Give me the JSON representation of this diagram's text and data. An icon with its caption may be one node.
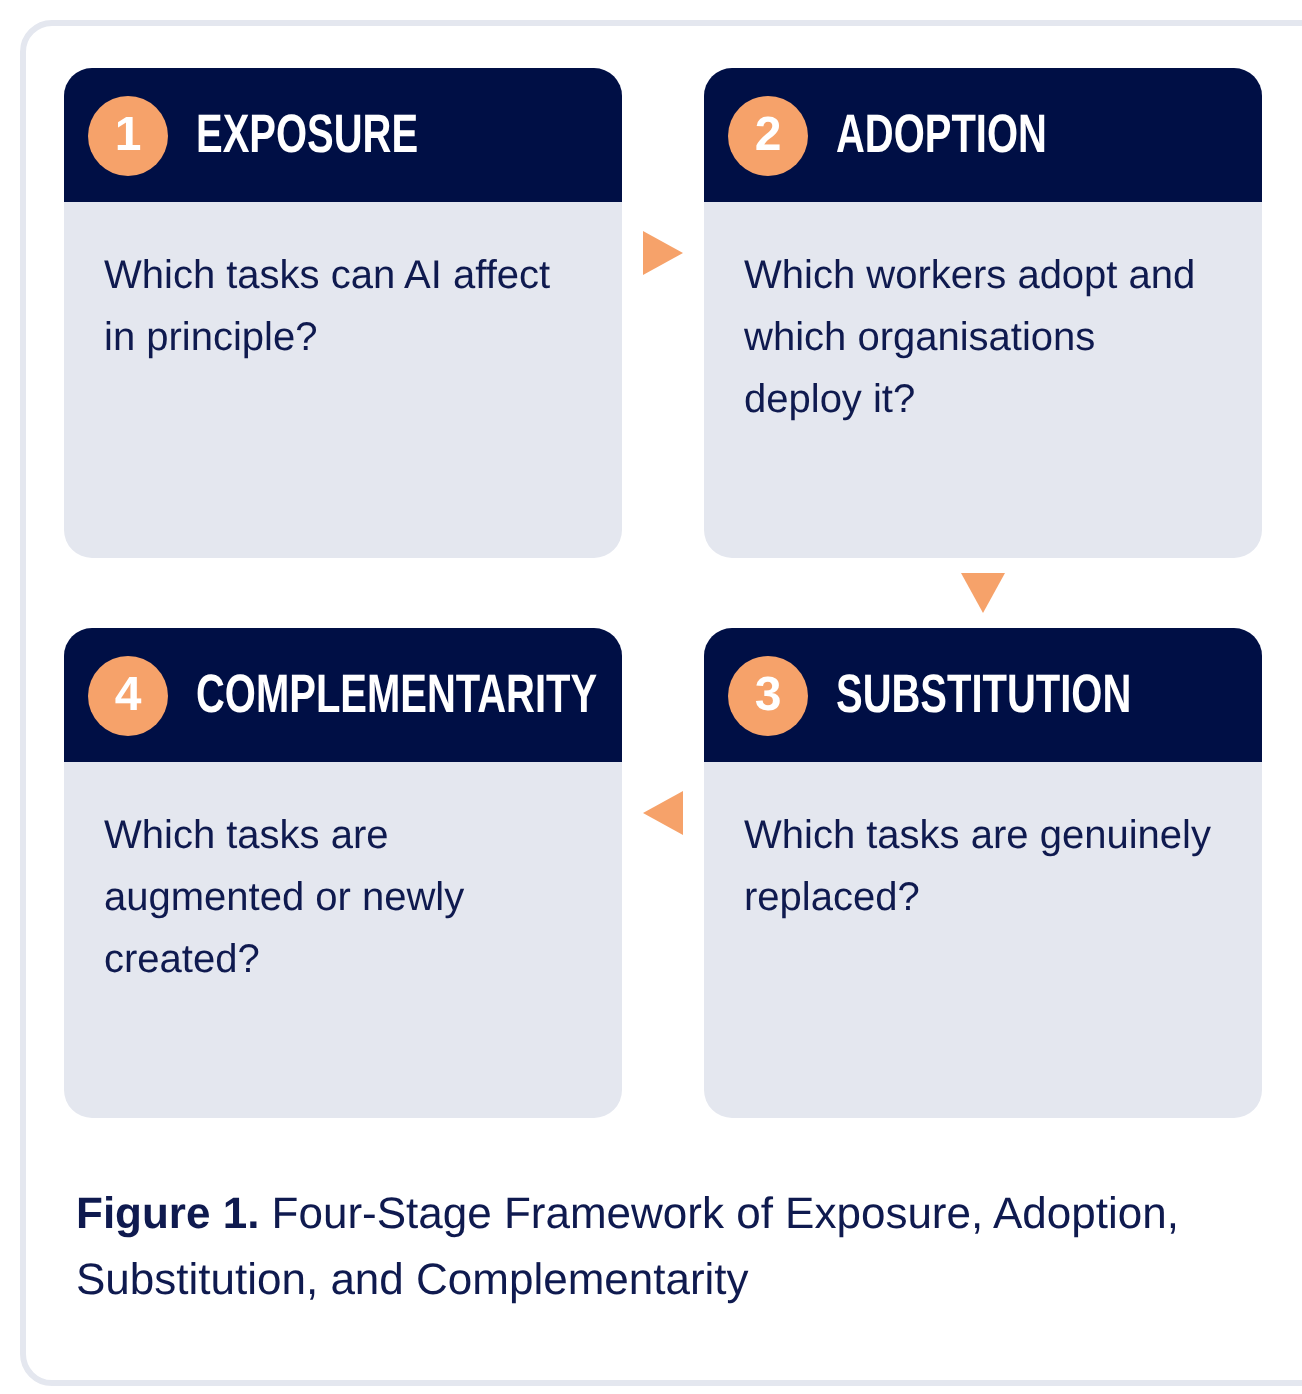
{
  "diagram": {
    "caption": "**Figure 1.** Four-Stage Framework of Exposure, Adoption, Substitution, and Complementarity",
    "nodes": [
      {
        "text": [
          "1",
          "EXPOSURE",
          "Which tasks can AI affect in principle?"
        ]
      },
      {
        "text": [
          "2",
          "ADOPTION",
          "Which workers adopt and which organisations deploy it?"
        ]
      },
      {
        "text": [
          "4",
          "COMPLEMENTARITY",
          "Which tasks are augmented or newly created?"
        ]
      },
      {
        "text": [
          "3",
          "SUBSTITUTION",
          "Which tasks are genuinely replaced?"
        ]
      }
    ],
    "edges": [
      {
        "from": 0,
        "to": 1,
        "arrow": "to"
      },
      {
        "from": 1,
        "to": 3,
        "arrow": "to"
      },
      {
        "from": 3,
        "to": 2,
        "arrow": "to"
      }
    ]
  }
}
